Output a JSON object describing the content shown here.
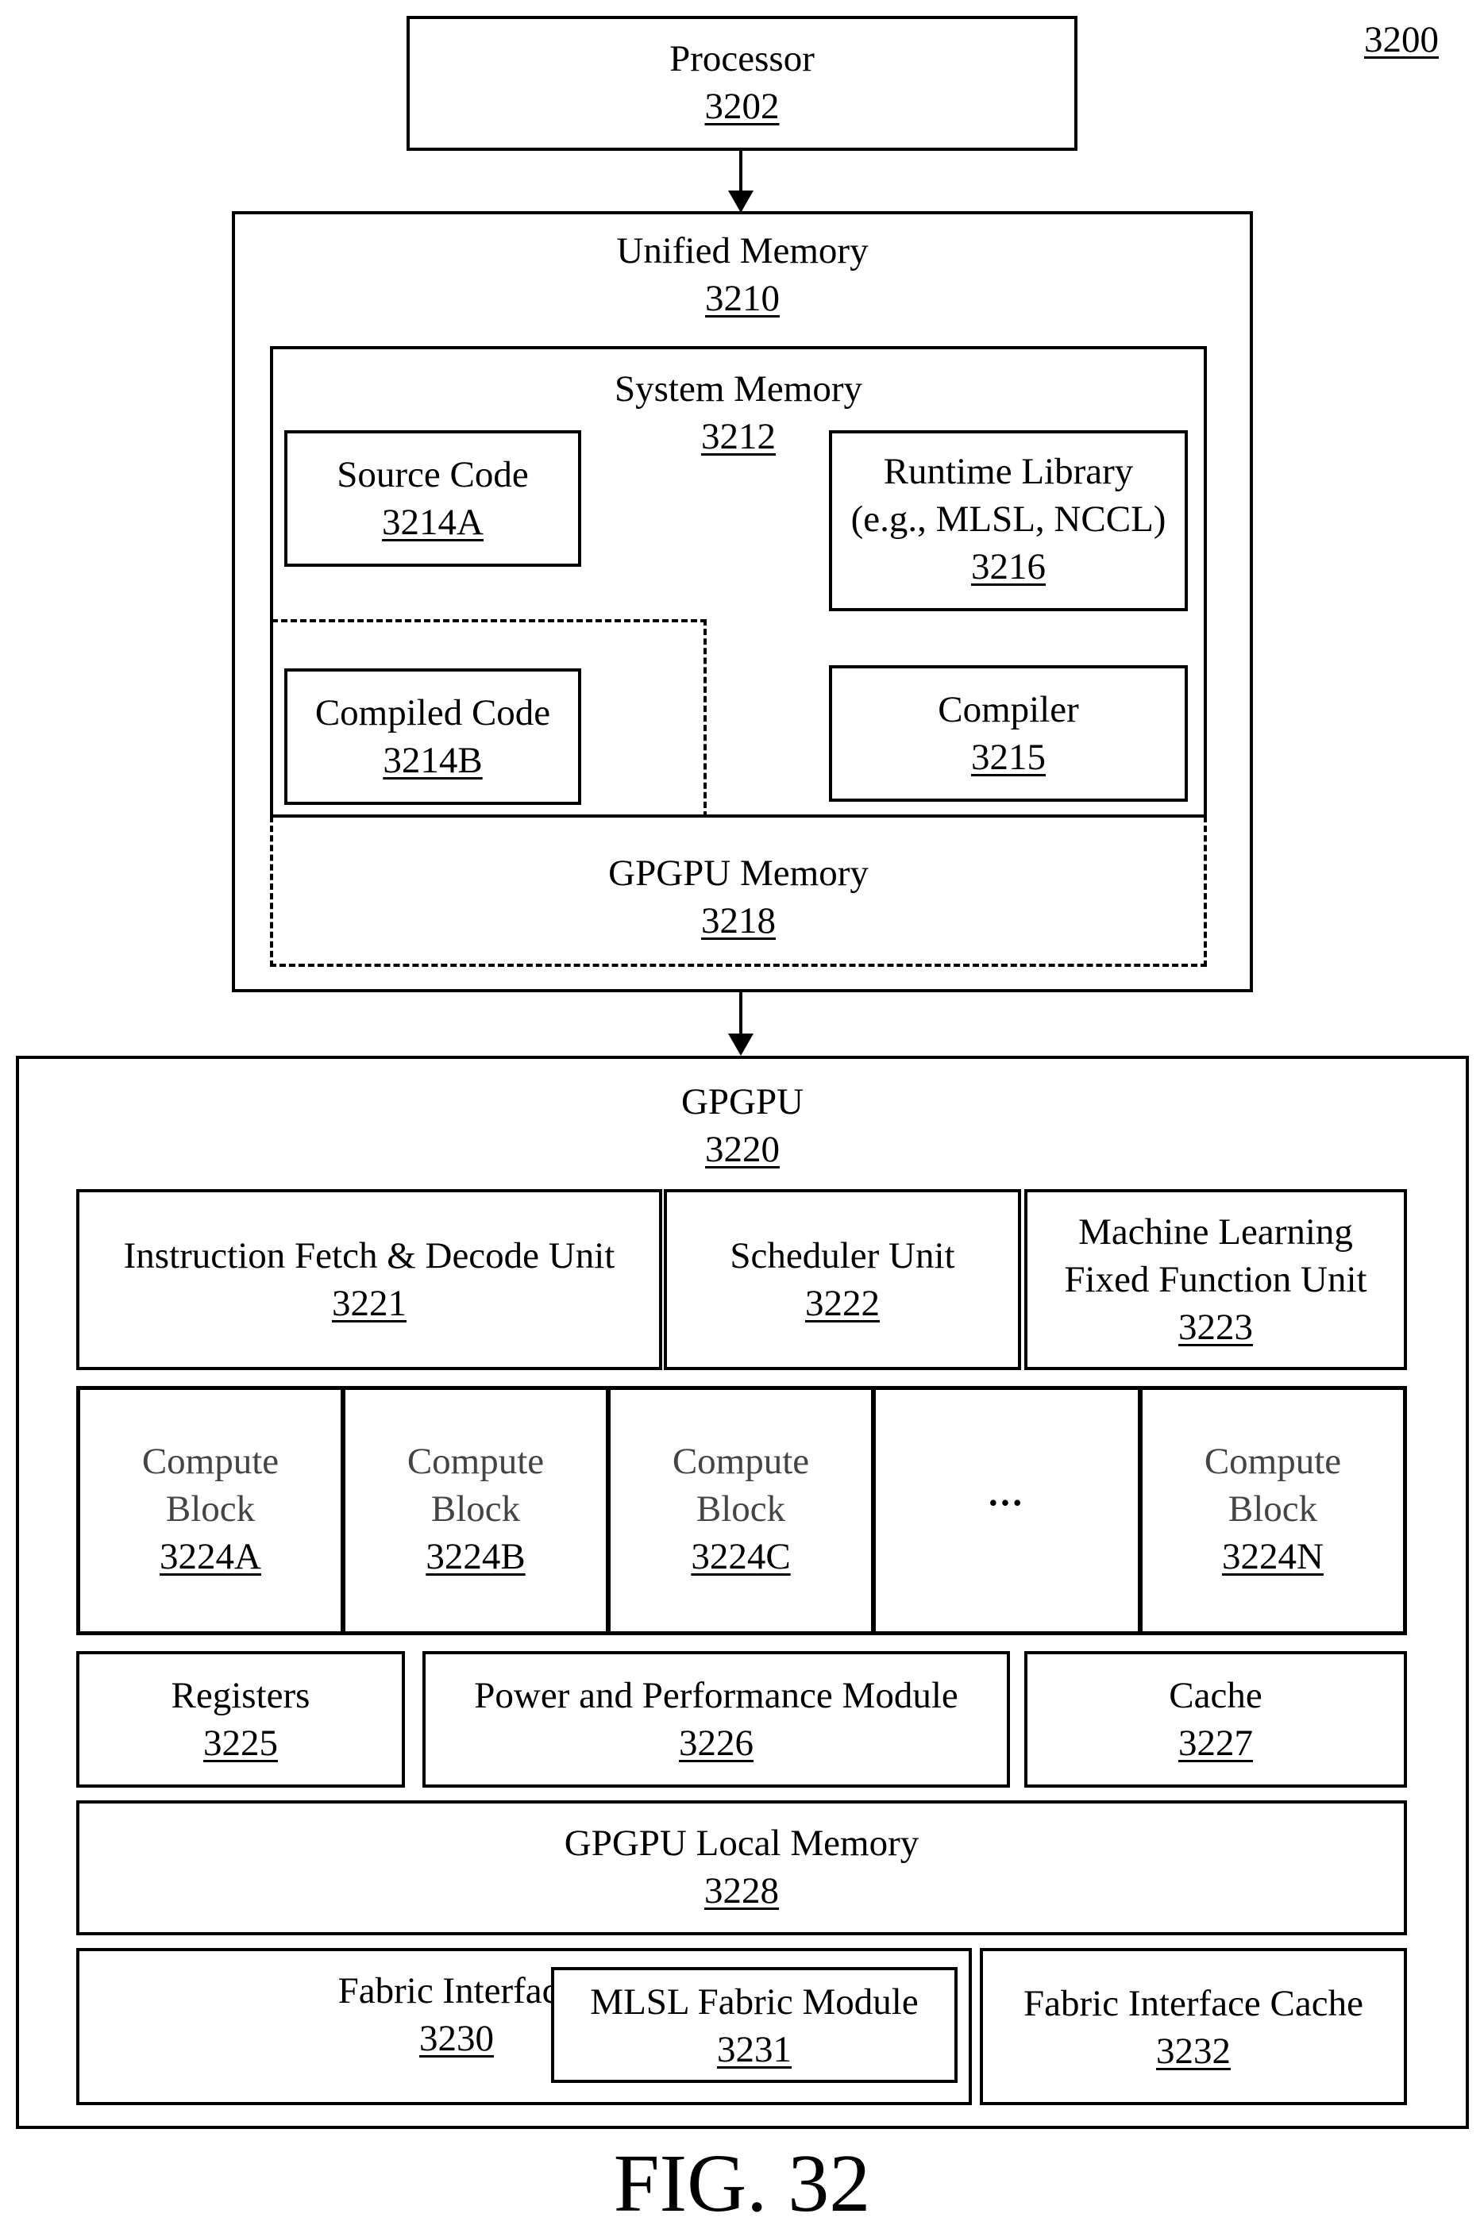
{
  "figure_ref": "3200",
  "caption": "FIG. 32",
  "processor": {
    "name": "Processor",
    "num": "3202"
  },
  "unified_memory": {
    "name": "Unified Memory",
    "num": "3210"
  },
  "system_memory": {
    "name": "System Memory",
    "num": "3212"
  },
  "source_code": {
    "name": "Source Code",
    "num": "3214A"
  },
  "runtime_library": {
    "name": "Runtime Library",
    "sub": "(e.g., MLSL, NCCL)",
    "num": "3216"
  },
  "compiled_code": {
    "name": "Compiled Code",
    "num": "3214B"
  },
  "compiler": {
    "name": "Compiler",
    "num": "3215"
  },
  "gpgpu_memory": {
    "name": "GPGPU Memory",
    "num": "3218"
  },
  "gpgpu": {
    "name": "GPGPU",
    "num": "3220"
  },
  "fetch_decode": {
    "name": "Instruction Fetch & Decode Unit",
    "num": "3221"
  },
  "scheduler": {
    "name": "Scheduler Unit",
    "num": "3222"
  },
  "ml_fixed": {
    "line1": "Machine Learning",
    "line2": "Fixed Function Unit",
    "num": "3223"
  },
  "compute_blocks": [
    {
      "line1": "Compute",
      "line2": "Block",
      "num": "3224A"
    },
    {
      "line1": "Compute",
      "line2": "Block",
      "num": "3224B"
    },
    {
      "line1": "Compute",
      "line2": "Block",
      "num": "3224C"
    },
    {
      "ellipsis": "•••"
    },
    {
      "line1": "Compute",
      "line2": "Block",
      "num": "3224N"
    }
  ],
  "registers": {
    "name": "Registers",
    "num": "3225"
  },
  "power_perf": {
    "name": "Power and Performance Module",
    "num": "3226"
  },
  "cache": {
    "name": "Cache",
    "num": "3227"
  },
  "local_memory": {
    "name": "GPGPU Local Memory",
    "num": "3228"
  },
  "fabric_interface": {
    "name": "Fabric Interface",
    "num": "3230"
  },
  "mlsl_fabric": {
    "name": "MLSL Fabric Module",
    "num": "3231"
  },
  "fabric_cache": {
    "name": "Fabric Interface Cache",
    "num": "3232"
  }
}
